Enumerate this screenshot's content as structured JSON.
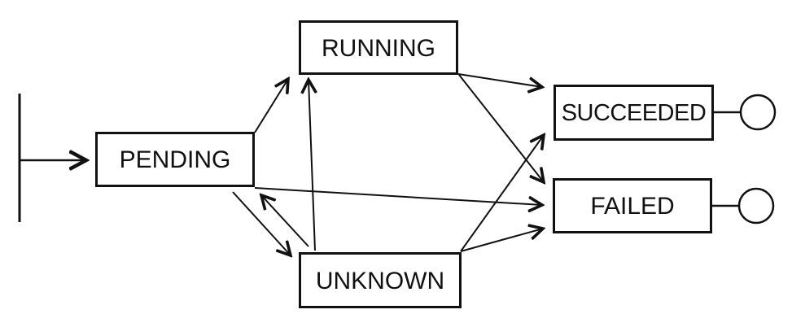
{
  "diagram": {
    "type": "state-machine",
    "description": "Lifecycle state diagram with start marker and two terminal states",
    "colors": {
      "stroke": "#111111",
      "background": "#ffffff"
    },
    "nodes": {
      "pending": {
        "label": "PENDING"
      },
      "running": {
        "label": "RUNNING"
      },
      "unknown": {
        "label": "UNKNOWN"
      },
      "succeeded": {
        "label": "SUCCEEDED"
      },
      "failed": {
        "label": "FAILED"
      }
    },
    "start_marker": {
      "shape": "vertical-bar"
    },
    "end_markers": [
      {
        "attached_to": "SUCCEEDED",
        "shape": "circle"
      },
      {
        "attached_to": "FAILED",
        "shape": "circle"
      }
    ],
    "transitions": [
      {
        "from": "start",
        "to": "PENDING"
      },
      {
        "from": "PENDING",
        "to": "RUNNING"
      },
      {
        "from": "PENDING",
        "to": "UNKNOWN"
      },
      {
        "from": "UNKNOWN",
        "to": "PENDING"
      },
      {
        "from": "UNKNOWN",
        "to": "RUNNING"
      },
      {
        "from": "PENDING",
        "to": "FAILED"
      },
      {
        "from": "RUNNING",
        "to": "SUCCEEDED"
      },
      {
        "from": "RUNNING",
        "to": "FAILED"
      },
      {
        "from": "UNKNOWN",
        "to": "SUCCEEDED"
      },
      {
        "from": "UNKNOWN",
        "to": "FAILED"
      },
      {
        "from": "SUCCEEDED",
        "to": "end"
      },
      {
        "from": "FAILED",
        "to": "end"
      }
    ]
  }
}
